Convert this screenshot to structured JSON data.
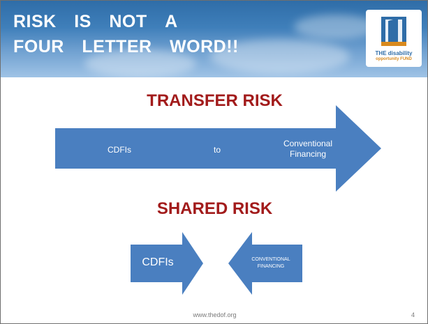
{
  "slide": {
    "title_line1": "RISK IS NOT A ",
    "title_line2": "FOUR LETTER WORD!!",
    "logo_text_a": "THE disability",
    "logo_text_b": "opportunity FUND",
    "transfer_heading": "TRANSFER RISK",
    "transfer_arrow": {
      "from_label": "CDFIs",
      "to_label": "to",
      "target_label_line1": "Conventional",
      "target_label_line2": "Financing"
    },
    "shared_heading": "SHARED RISK",
    "shared_arrows": {
      "left_label": "CDFIs",
      "right_label_line1": "CONVENTIONAL",
      "right_label_line2": "FINANCING"
    },
    "footer_url": "www.thedof.org",
    "page_number": "4"
  },
  "colors": {
    "arrow_fill": "#4a7fc0",
    "heading_red": "#a21b1b",
    "header_blue": "#2f6da8"
  }
}
